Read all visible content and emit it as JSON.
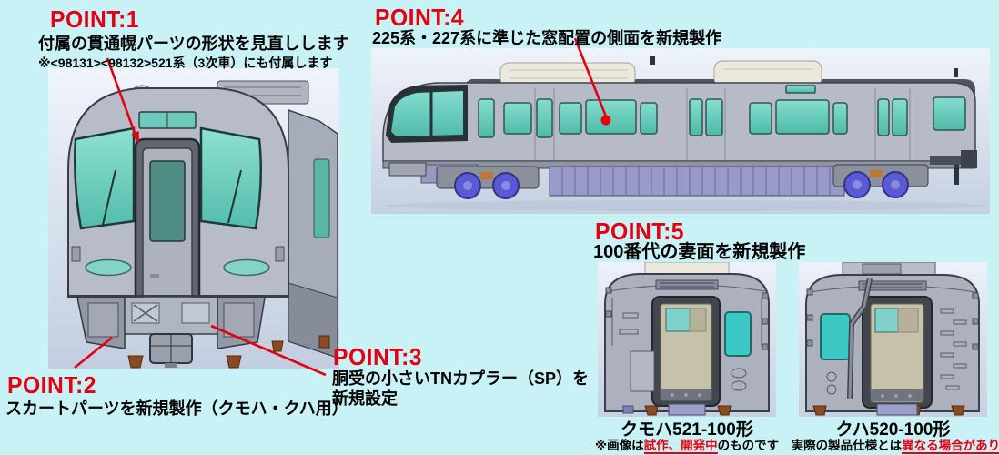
{
  "page": {
    "bg_color": "#c9f2f6",
    "accent_color": "#e60012"
  },
  "point1": {
    "label": "POINT:1",
    "desc": "付属の貫通幌パーツの形状を見直しします",
    "note": "※<98131><98132>521系（3次車）にも付属します"
  },
  "point2": {
    "label": "POINT:2",
    "desc": "スカートパーツを新規製作（クモハ・クハ用）"
  },
  "point3": {
    "label": "POINT:3",
    "desc_line1": "胴受の小さいTNカプラー（SP）を",
    "desc_line2": "新規設定"
  },
  "point4": {
    "label": "POINT:4",
    "desc": "225系・227系に準じた窓配置の側面を新規製作"
  },
  "point5": {
    "label": "POINT:5",
    "desc": "100番代の妻面を新規製作"
  },
  "captions": {
    "end_view_left": "クモハ521-100形",
    "end_view_right": "クハ520-100形"
  },
  "disclaimer": {
    "part1": "※画像は",
    "highlight1": "試作、開発中",
    "part2": "のものです　実際の製品仕様とは",
    "highlight2": "異なる場合があります"
  }
}
